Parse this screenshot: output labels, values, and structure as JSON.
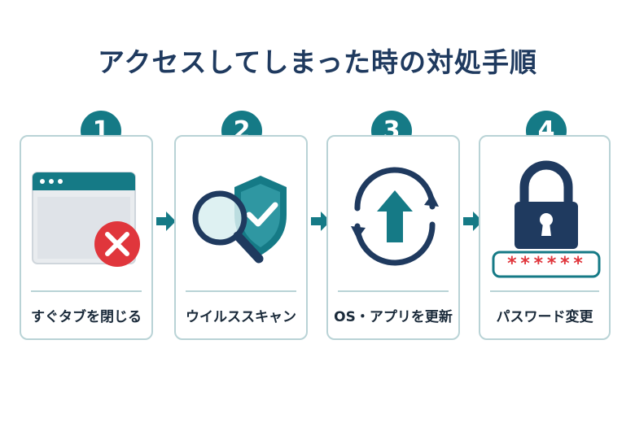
{
  "title": "アクセスしてしまった時の対処手順",
  "colors": {
    "teal": "#157a86",
    "navy": "#1f3a5f",
    "red": "#e0363c",
    "border": "#b9d3d6"
  },
  "steps": [
    {
      "number": "1",
      "label": "すぐタブを閉じる",
      "icon": "browser-close-icon"
    },
    {
      "number": "2",
      "label": "ウイルススキャン",
      "icon": "magnifier-shield-icon"
    },
    {
      "number": "3",
      "label": "OS・アプリを更新",
      "icon": "update-cycle-icon"
    },
    {
      "number": "4",
      "label": "パスワード変更",
      "icon": "padlock-password-icon"
    }
  ],
  "password_mask": "******"
}
